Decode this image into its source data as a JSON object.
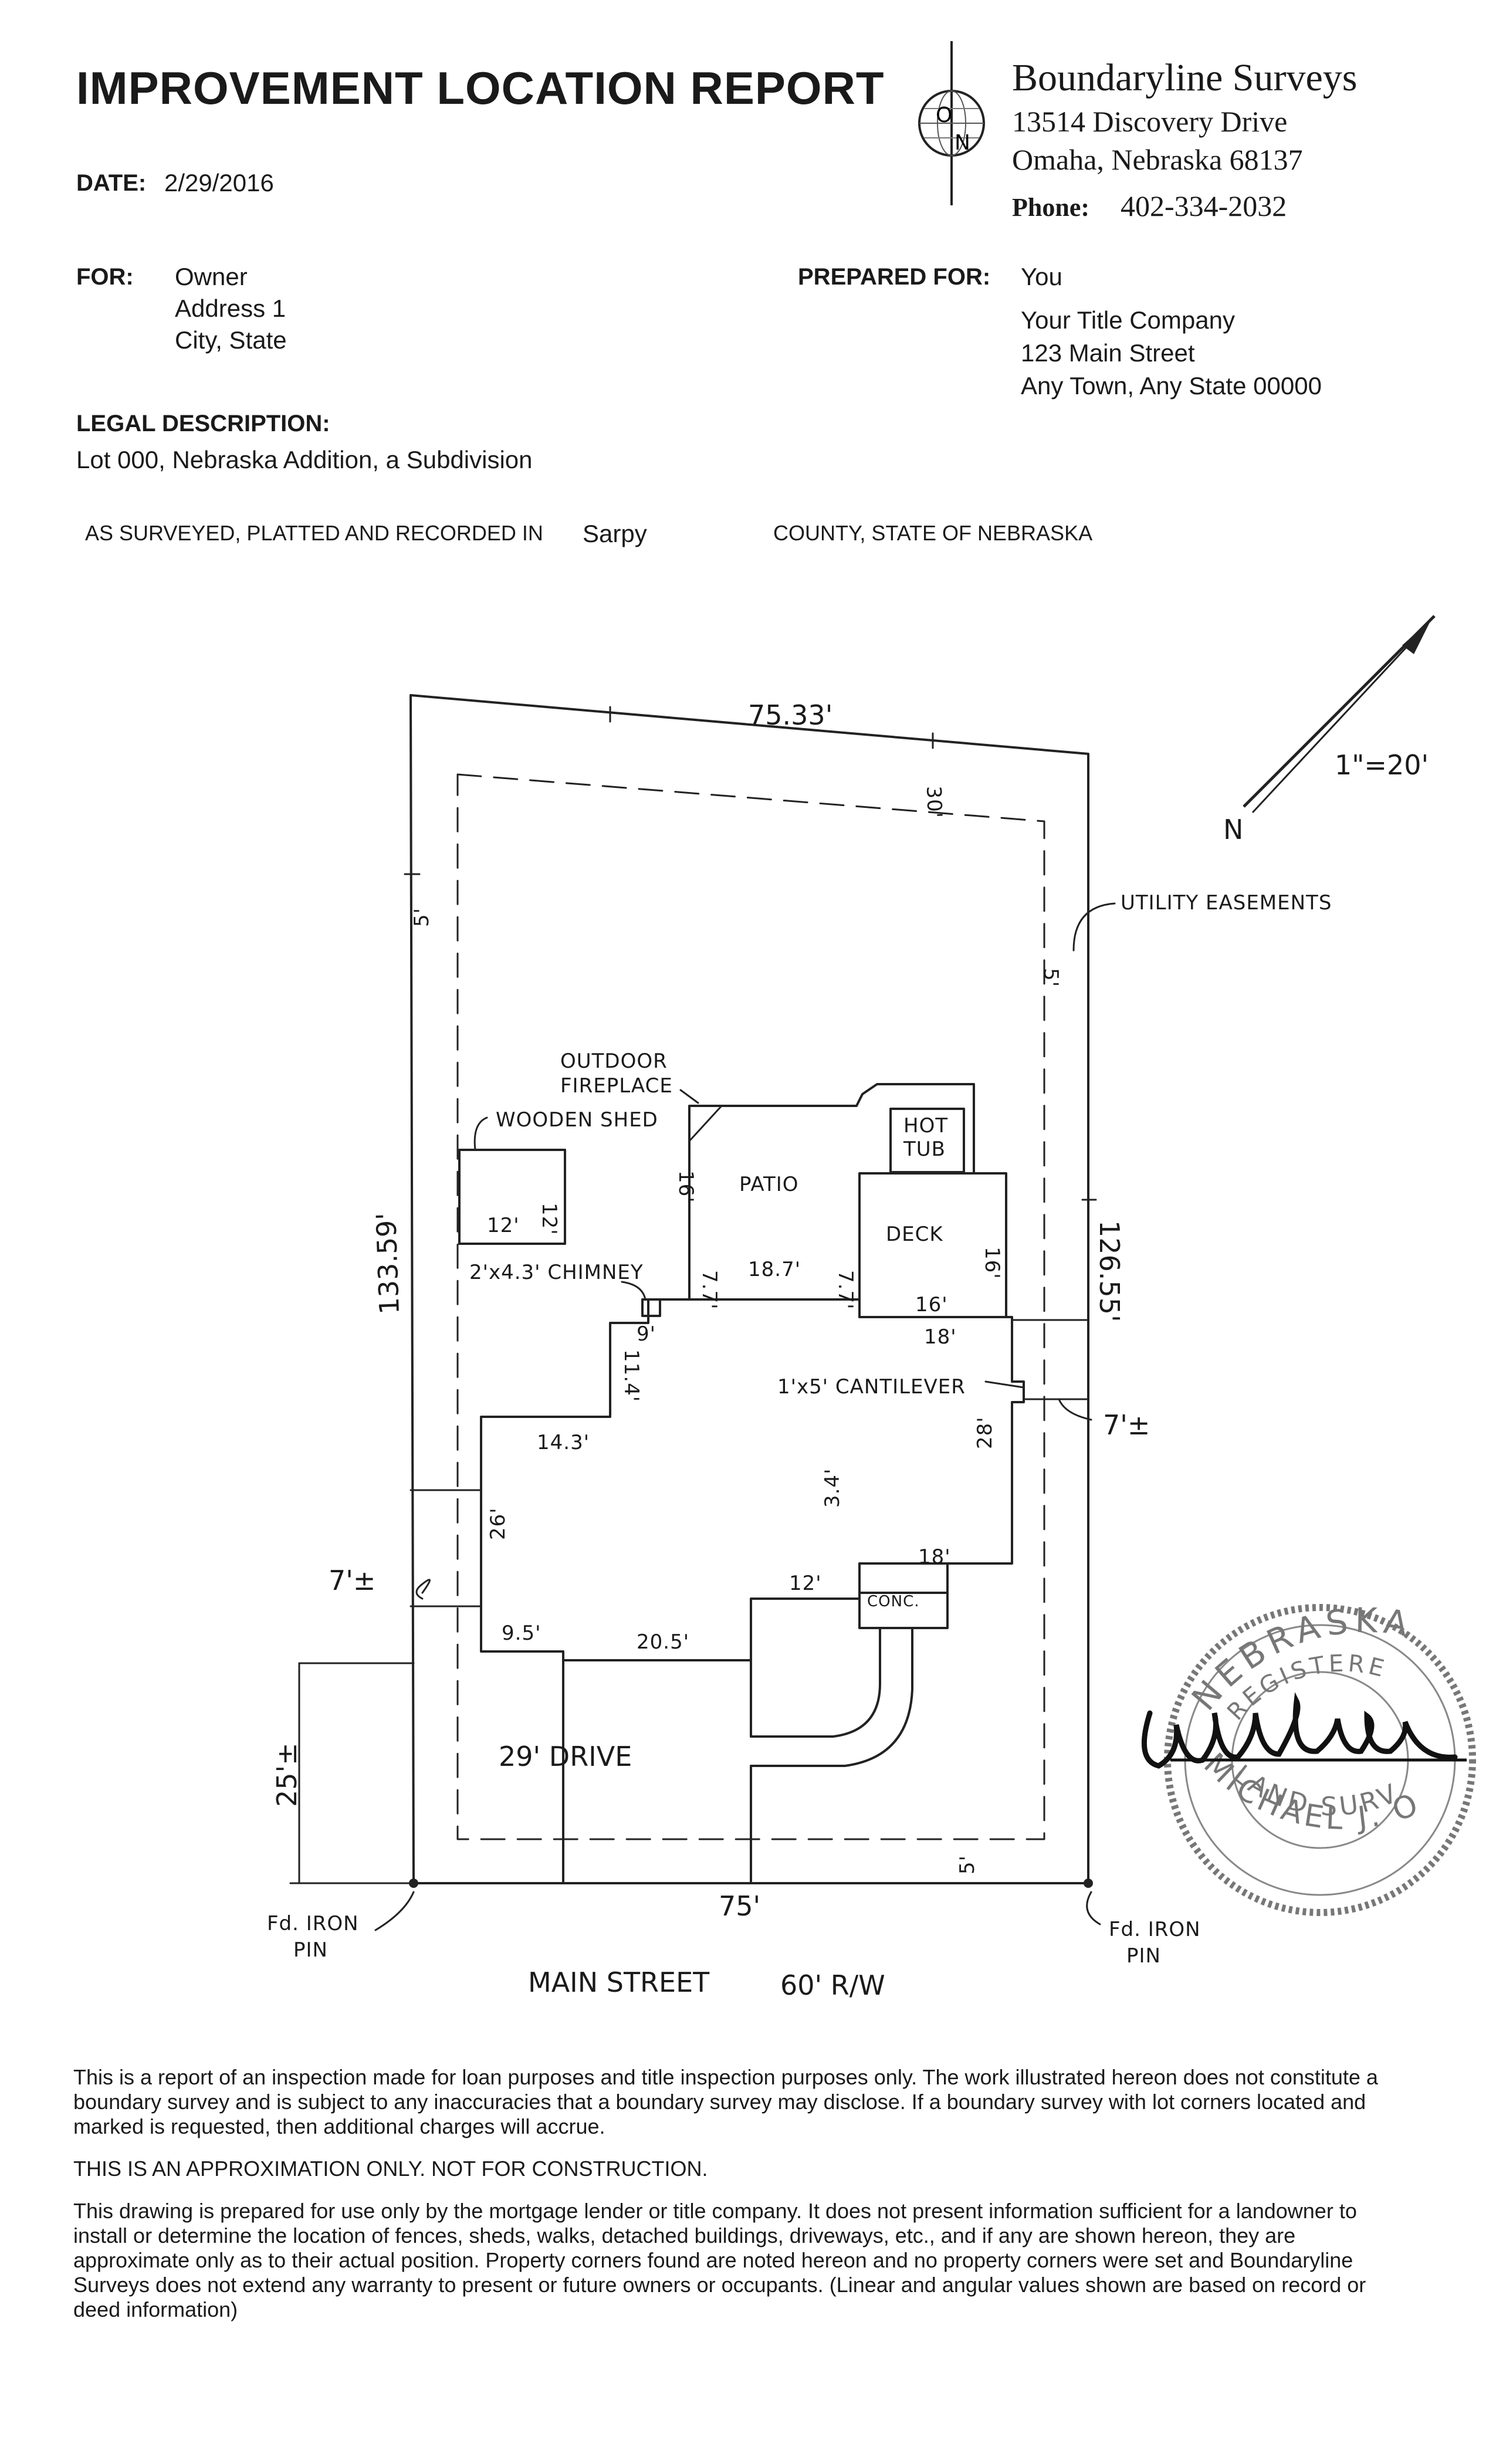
{
  "header": {
    "title": "IMPROVEMENT LOCATION REPORT",
    "date_label": "DATE:",
    "date_value": "2/29/2016"
  },
  "company": {
    "name": "Boundaryline Surveys",
    "address1": "13514 Discovery Drive",
    "address2": "Omaha, Nebraska  68137",
    "phone_label": "Phone:",
    "phone": "402-334-2032",
    "logo_letters": [
      "O",
      "N"
    ]
  },
  "for": {
    "label": "FOR:",
    "lines": [
      "Owner",
      "Address 1",
      "City, State"
    ]
  },
  "prepared_for": {
    "label": "PREPARED FOR:",
    "lines": [
      "You",
      "Your Title Company",
      "123 Main Street",
      "Any Town, Any State 00000"
    ]
  },
  "legal": {
    "label": "LEGAL DESCRIPTION:",
    "text": "Lot 000, Nebraska Addition, a Subdivision",
    "recorded_prefix": "AS SURVEYED, PLATTED AND RECORDED IN",
    "county": "Sarpy",
    "recorded_suffix": "COUNTY,  STATE OF NEBRASKA"
  },
  "drawing": {
    "scale": "1\"=20'",
    "north": "N",
    "labels": {
      "top_width": "75.33'",
      "top_setback": "30'",
      "left_easement": "5'",
      "right_easement": "5'",
      "utility": "UTILITY EASEMENTS",
      "left_depth": "133.59'",
      "right_depth": "126.55'",
      "outdoor_fireplace_1": "OUTDOOR",
      "outdoor_fireplace_2": "FIREPLACE",
      "wooden_shed": "WOODEN SHED",
      "shed_w": "12'",
      "shed_h": "12'",
      "hot_tub_1": "HOT",
      "hot_tub_2": "TUB",
      "patio": "PATIO",
      "patio_h": "16'",
      "deck": "DECK",
      "deck_h": "16'",
      "deck_w": "16'",
      "chimney": "2'x4.3' CHIMNEY",
      "d_9": "9'",
      "d_7_7a": "7.7'",
      "d_18_7": "18.7'",
      "d_7_7b": "7.7'",
      "d_18": "18'",
      "d_11_4": "11.4'",
      "cantilever": "1'x5' CANTILEVER",
      "d_7_right": "7'±",
      "d_14_3": "14.3'",
      "d_28": "28'",
      "d_3_4": "3.4'",
      "d_18b": "18'",
      "d_26": "26'",
      "d_12": "12'",
      "d_7_left": "7'±",
      "d_9_5": "9.5'",
      "d_20_5": "20.5'",
      "conc": "CONC.",
      "drive": "29' DRIVE",
      "d_25": "25'±",
      "bottom_setback": "5'",
      "bottom_width": "75'",
      "pin_left_1": "Fd. IRON",
      "pin_left_2": "PIN",
      "pin_right_1": "Fd. IRON",
      "pin_right_2": "PIN",
      "street": "MAIN STREET",
      "row": "60' R/W"
    }
  },
  "seal": {
    "top_text": "NEBRASKA",
    "mid_text": "REGISTERED",
    "bottom_text": "LAND SURVEYOR",
    "name": "MICHAEL J. OEHME"
  },
  "footer": {
    "p1": "This is a report of an inspection made for loan purposes and title inspection purposes only.  The work illustrated hereon does not constitute a boundary survey and is subject to any inaccuracies that a boundary survey may disclose.  If a boundary survey with lot corners located and marked is requested, then additional charges will accrue.",
    "p2": "THIS IS AN APPROXIMATION ONLY.  NOT FOR CONSTRUCTION.",
    "p3": "This drawing is prepared for use only by the mortgage lender or title company.  It does not present information sufficient for a landowner to install or determine the location of fences, sheds, walks, detached buildings, driveways, etc., and if any are shown hereon, they are approximate only as to their actual position. Property corners found are noted hereon and no property corners were set and Boundaryline Surveys does not extend any warranty to present or future owners or occupants.  (Linear and angular values shown are based on record or deed information)"
  }
}
